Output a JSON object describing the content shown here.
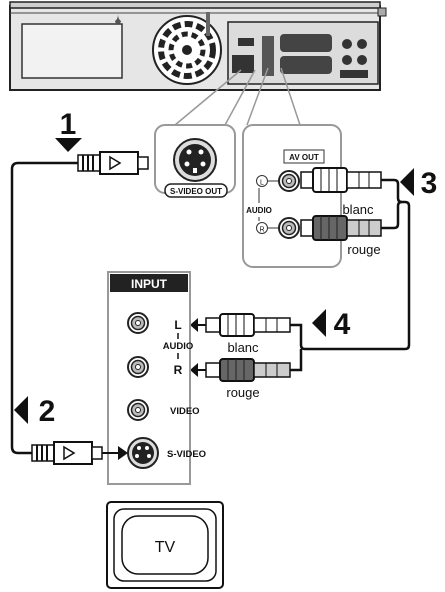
{
  "steps": [
    "1",
    "2",
    "3",
    "4"
  ],
  "recorder": {
    "jacks": {
      "svideo_out": "S-VIDEO OUT",
      "av_out": "AV OUT",
      "audio": "AUDIO",
      "left_mark": "L",
      "right_mark": "R"
    }
  },
  "cables": {
    "white": "blanc",
    "red": "rouge"
  },
  "tv_panel": {
    "title": "INPUT",
    "audio": "AUDIO",
    "left": "L",
    "right": "R",
    "video": "VIDEO",
    "svideo": "S-VIDEO"
  },
  "tv": {
    "label": "TV"
  }
}
